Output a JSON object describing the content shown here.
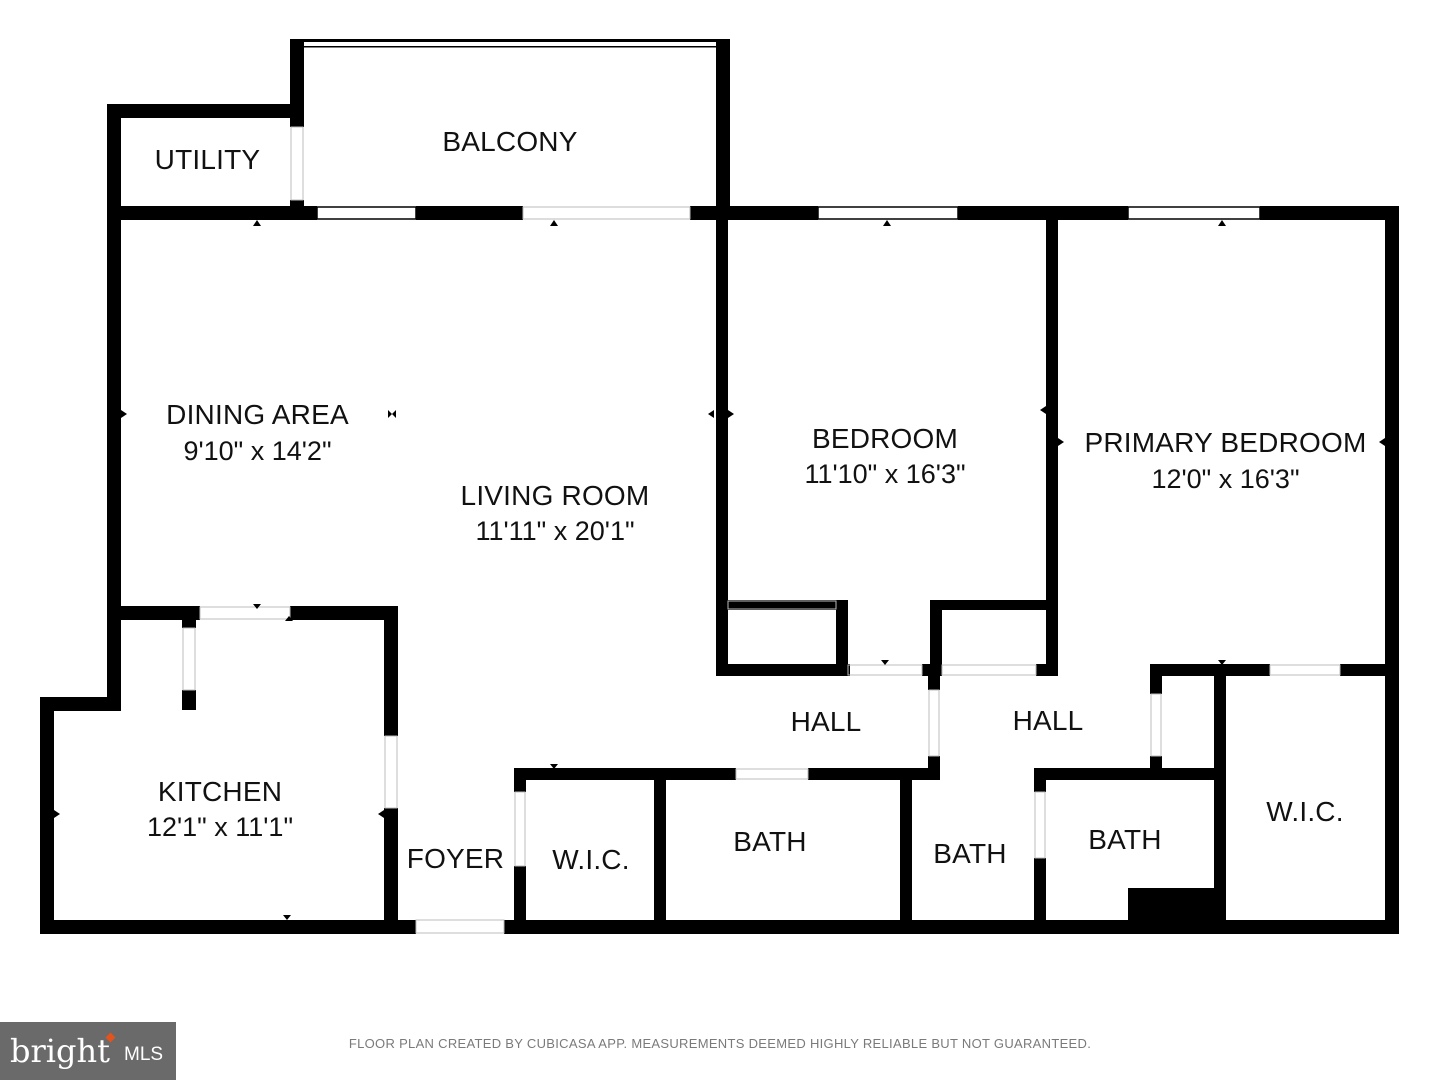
{
  "rooms": {
    "balcony": {
      "name": "BALCONY"
    },
    "utility": {
      "name": "UTILITY"
    },
    "dining": {
      "name": "DINING AREA",
      "dims": "9'10\" x 14'2\""
    },
    "living": {
      "name": "LIVING ROOM",
      "dims": "11'11\" x 20'1\""
    },
    "bedroom": {
      "name": "BEDROOM",
      "dims": "11'10\" x 16'3\""
    },
    "primary": {
      "name": "PRIMARY BEDROOM",
      "dims": "12'0\" x 16'3\""
    },
    "hall_left": {
      "name": "HALL"
    },
    "hall_right": {
      "name": "HALL"
    },
    "kitchen": {
      "name": "KITCHEN",
      "dims": "12'1\" x 11'1\""
    },
    "foyer": {
      "name": "FOYER"
    },
    "wic_left": {
      "name": "W.I.C."
    },
    "bath_1": {
      "name": "BATH"
    },
    "bath_2": {
      "name": "BATH"
    },
    "bath_3": {
      "name": "BATH"
    },
    "wic_right": {
      "name": "W.I.C."
    }
  },
  "disclaimer": "FLOOR PLAN CREATED BY CUBICASA APP. MEASUREMENTS DEEMED HIGHLY RELIABLE BUT NOT GUARANTEED.",
  "logo": {
    "brand": "bright",
    "suffix": "MLS"
  },
  "colors": {
    "wall": "#000000",
    "background": "#ffffff",
    "logo_bg": "#6a6a6a",
    "logo_accent": "#e2531d",
    "disclaimer": "#7a7a7a"
  }
}
